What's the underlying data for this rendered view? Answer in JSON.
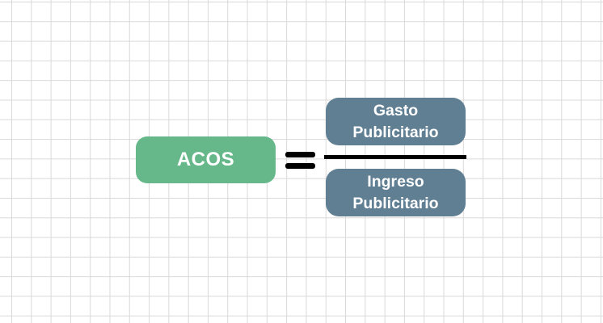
{
  "formula": {
    "left_term": "ACOS",
    "numerator": "Gasto Publicitario",
    "denominator": "Ingreso Publicitario"
  },
  "colors": {
    "left_term_fill": "#66b88a",
    "fraction_term_fill": "#617f93",
    "text": "#ffffff",
    "operator": "#000000",
    "grid_line": "#d9d9d9"
  }
}
